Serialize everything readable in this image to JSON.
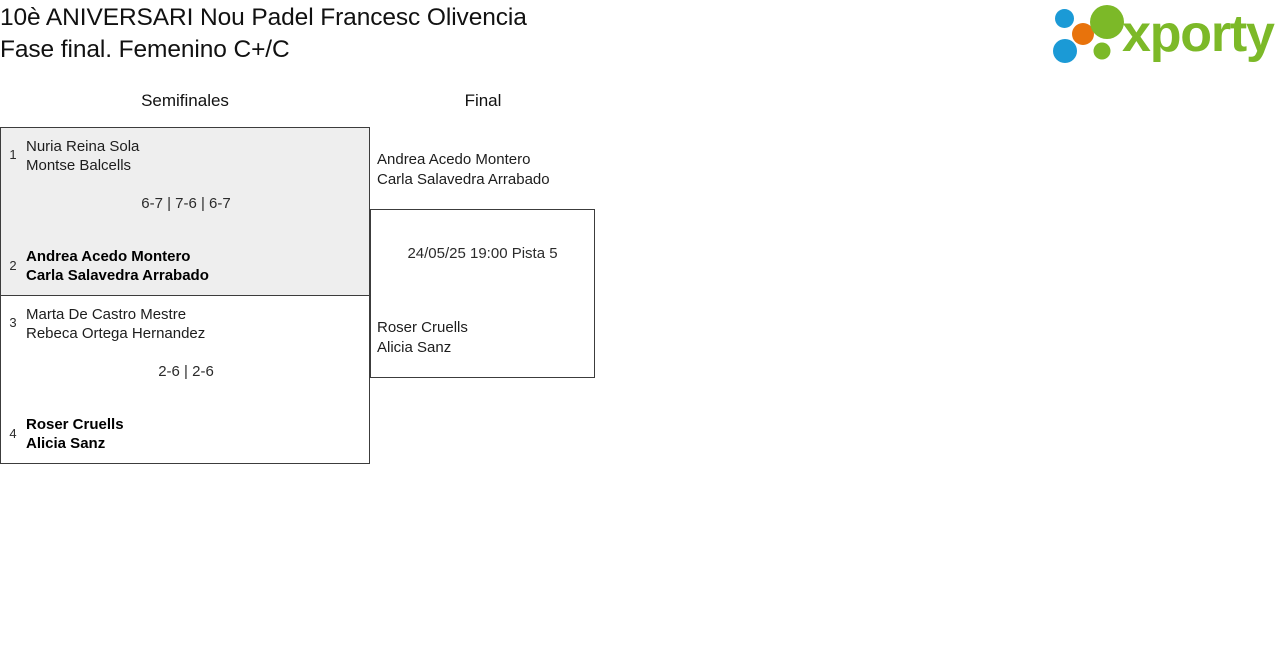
{
  "header": {
    "title_line1": "10è ANIVERSARI Nou Padel Francesc Olivencia",
    "title_line2": "Fase final. Femenino C+/C",
    "logo_word": "xporty",
    "logo_colors": {
      "green": "#7cb928",
      "blue": "#1b9ad6",
      "orange": "#e8730c"
    }
  },
  "bracket": {
    "rounds": [
      {
        "label": "Semifinales"
      },
      {
        "label": "Final"
      }
    ],
    "semifinals": [
      {
        "shaded": true,
        "top": {
          "seed": "1",
          "player1": "Nuria Reina Sola",
          "player2": "Montse Balcells",
          "winner": false
        },
        "bottom": {
          "seed": "2",
          "player1": "Andrea Acedo Montero",
          "player2": "Carla Salavedra Arrabado",
          "winner": true
        },
        "score": "6-7 | 7-6 | 6-7"
      },
      {
        "shaded": false,
        "top": {
          "seed": "3",
          "player1": "Marta De Castro Mestre",
          "player2": "Rebeca Ortega Hernandez",
          "winner": false
        },
        "bottom": {
          "seed": "4",
          "player1": "Roser Cruells",
          "player2": "Alicia Sanz",
          "winner": true
        },
        "score": "2-6 | 2-6"
      }
    ],
    "final": {
      "top": {
        "player1": "Andrea Acedo Montero",
        "player2": "Carla Salavedra Arrabado",
        "winner": false
      },
      "bottom": {
        "player1": "Roser Cruells",
        "player2": "Alicia Sanz",
        "winner": false
      },
      "schedule": "24/05/25 19:00 Pista 5"
    }
  }
}
